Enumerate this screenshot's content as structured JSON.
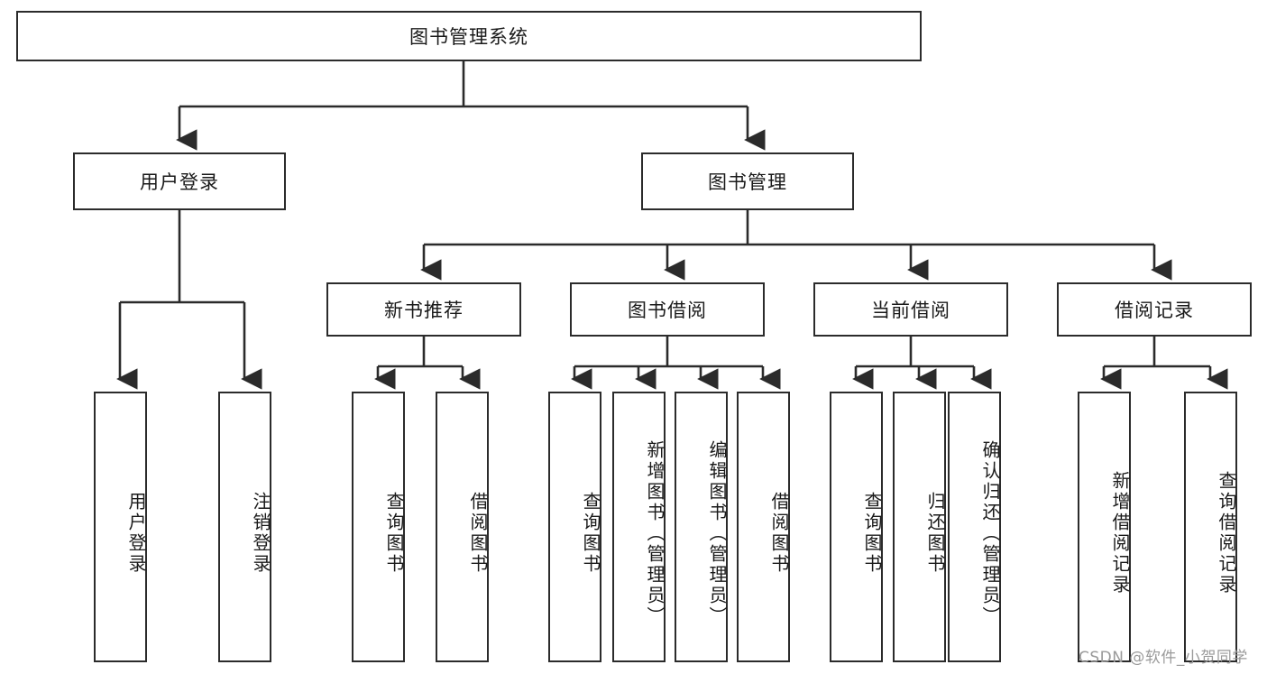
{
  "diagram": {
    "type": "hierarchy-tree",
    "title": "图书管理系统",
    "orientation": "top-down",
    "watermark": "CSDN @软件_小贺同学",
    "colors": {
      "box_border": "#2b2b2b",
      "box_fill": "#ffffff",
      "edge": "#2b2b2b",
      "text": "#1a1a1a",
      "watermark": "#9a9a9a",
      "background": "#ffffff"
    },
    "root": {
      "label": "图书管理系统"
    },
    "level1": [
      {
        "label": "用户登录"
      },
      {
        "label": "图书管理"
      }
    ],
    "level2": [
      {
        "label": "新书推荐"
      },
      {
        "label": "图书借阅"
      },
      {
        "label": "当前借阅"
      },
      {
        "label": "借阅记录"
      }
    ],
    "leaves": {
      "user_login": [
        {
          "label": "用户登录"
        },
        {
          "label": "注销登录"
        }
      ],
      "new_book_recommend": [
        {
          "label": "查询图书"
        },
        {
          "label": "借阅图书"
        }
      ],
      "book_borrow": [
        {
          "label": "查询图书"
        },
        {
          "label": "新增图书（管理员）"
        },
        {
          "label": "编辑图书（管理员）"
        },
        {
          "label": "借阅图书"
        }
      ],
      "current_borrow": [
        {
          "label": "查询图书"
        },
        {
          "label": "归还图书"
        },
        {
          "label": "确认归还（管理员）"
        }
      ],
      "borrow_record": [
        {
          "label": "新增借阅记录"
        },
        {
          "label": "查询借阅记录"
        }
      ]
    }
  }
}
